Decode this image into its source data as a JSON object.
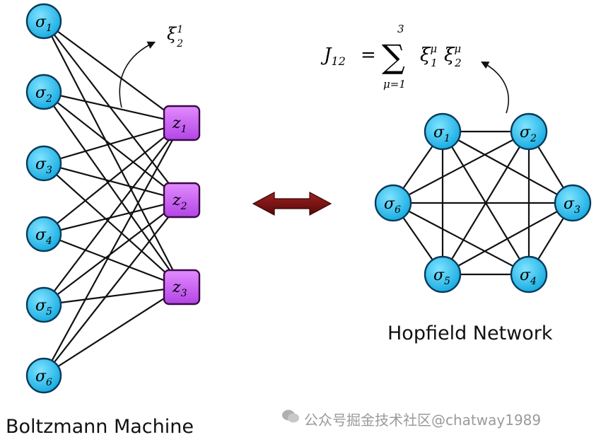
{
  "boltzmann": {
    "title": "Boltzmann Machine",
    "visible_nodes": [
      {
        "id": "s1",
        "label": "σ",
        "sub": "1"
      },
      {
        "id": "s2",
        "label": "σ",
        "sub": "2"
      },
      {
        "id": "s3",
        "label": "σ",
        "sub": "3"
      },
      {
        "id": "s4",
        "label": "σ",
        "sub": "4"
      },
      {
        "id": "s5",
        "label": "σ",
        "sub": "5"
      },
      {
        "id": "s6",
        "label": "σ",
        "sub": "6"
      }
    ],
    "hidden_nodes": [
      {
        "id": "z1",
        "label": "z",
        "sub": "1"
      },
      {
        "id": "z2",
        "label": "z",
        "sub": "2"
      },
      {
        "id": "z3",
        "label": "z",
        "sub": "3"
      }
    ],
    "annotation": {
      "base": "ξ",
      "sup": "1",
      "sub": "2"
    }
  },
  "hopfield": {
    "title": "Hopfield Network",
    "nodes": [
      {
        "id": "h1",
        "label": "σ",
        "sub": "1"
      },
      {
        "id": "h2",
        "label": "σ",
        "sub": "2"
      },
      {
        "id": "h3",
        "label": "σ",
        "sub": "3"
      },
      {
        "id": "h4",
        "label": "σ",
        "sub": "4"
      },
      {
        "id": "h5",
        "label": "σ",
        "sub": "5"
      },
      {
        "id": "h6",
        "label": "σ",
        "sub": "6"
      }
    ],
    "formula": {
      "lhs": "J",
      "lhs_sub": "12",
      "equals": "=",
      "sum_symbol": "∑",
      "sum_upper": "3",
      "sum_lower": "μ=1",
      "term1": "ξ",
      "term1_sup": "μ",
      "term1_sub": "1",
      "term2": "ξ",
      "term2_sup": "μ",
      "term2_sub": "2"
    }
  },
  "colors": {
    "visible_node": "#19bff0",
    "hidden_node": "#c75bf2",
    "arrow": "#7a0f0f"
  },
  "watermark": {
    "text": "公众号掘金技术社区@chatway1989"
  }
}
